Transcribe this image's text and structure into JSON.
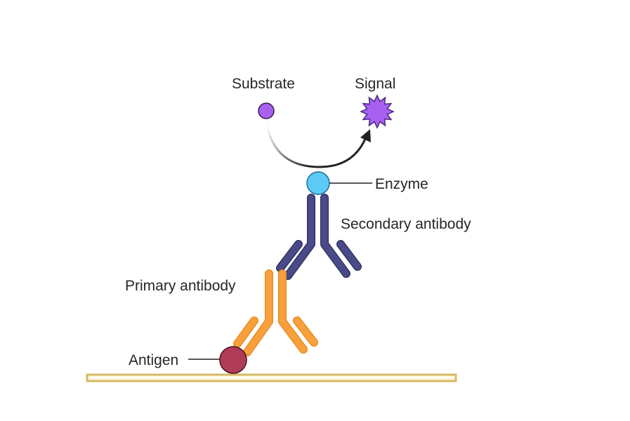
{
  "diagram": {
    "title": "ELISA indirect detection schematic",
    "labels": {
      "substrate": "Substrate",
      "signal": "Signal",
      "enzyme": "Enzyme",
      "secondary_antibody": "Secondary antibody",
      "primary_antibody": "Primary antibody",
      "antigen": "Antigen"
    },
    "colors": {
      "substrate": "#a960f0",
      "signal": "#a960f0",
      "enzyme": "#5ccaf7",
      "secondary_antibody": "#4a4a88",
      "primary_antibody": "#f9a03c",
      "antigen": "#b03d57",
      "plate": "#d6b964",
      "arrow": "#222222"
    }
  }
}
